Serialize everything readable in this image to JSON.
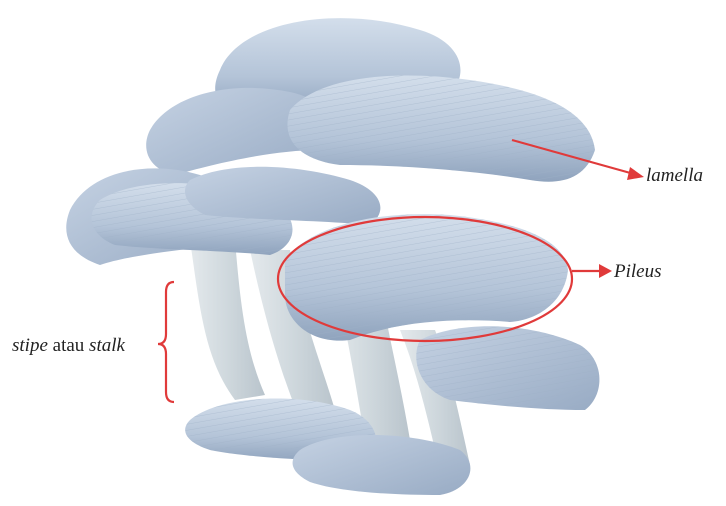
{
  "labels": {
    "lamella": "lamella",
    "pileus": "Pileus",
    "stipe": {
      "word1": "stipe",
      "connector": " atau ",
      "word2": "stalk"
    }
  },
  "colors": {
    "annotation": "#e03a3a",
    "cap_light": "#c9d6e6",
    "cap_mid": "#a9bbd2",
    "cap_dark": "#7f93ad",
    "stem": "#d9e0e6",
    "text": "#222222"
  }
}
